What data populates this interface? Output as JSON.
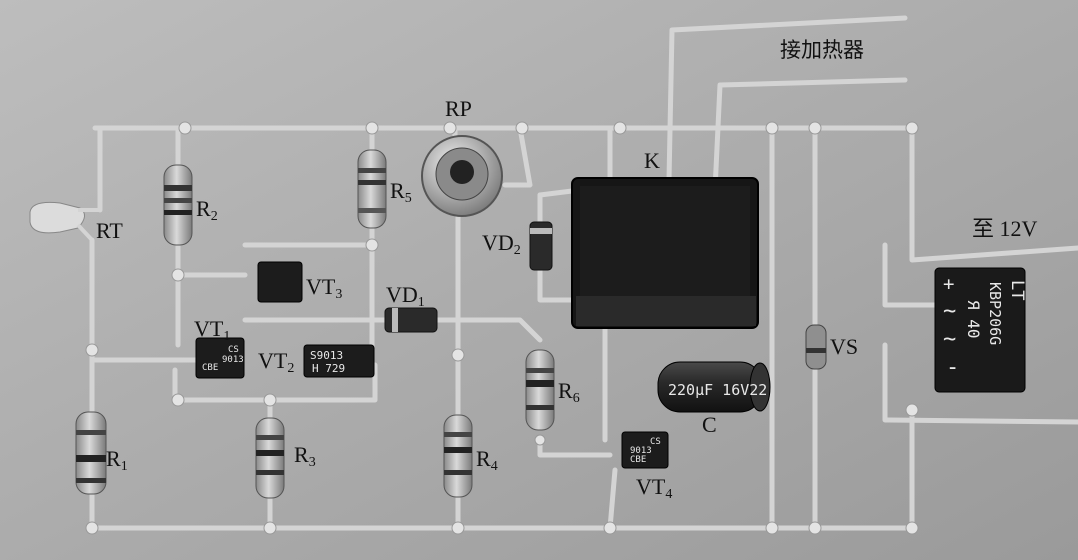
{
  "labels": {
    "RT": "RT",
    "RP": "RP",
    "K": "K",
    "heater": "接加热器",
    "supply": "至 12V",
    "R1": {
      "base": "R",
      "sub": "1"
    },
    "R2": {
      "base": "R",
      "sub": "2"
    },
    "R3": {
      "base": "R",
      "sub": "3"
    },
    "R4": {
      "base": "R",
      "sub": "4"
    },
    "R5": {
      "base": "R",
      "sub": "5"
    },
    "R6": {
      "base": "R",
      "sub": "6"
    },
    "VT1": {
      "base": "VT",
      "sub": "1"
    },
    "VT2": {
      "base": "VT",
      "sub": "2"
    },
    "VT3": {
      "base": "VT",
      "sub": "3"
    },
    "VT4": {
      "base": "VT",
      "sub": "4"
    },
    "VD1": {
      "base": "VD",
      "sub": "1"
    },
    "VD2": {
      "base": "VD",
      "sub": "2"
    },
    "C": "C",
    "VS": "VS"
  },
  "markings": {
    "vt1_line1": "CS",
    "vt1_line2": "9013",
    "vt1_line3": "CBE",
    "vt2_line1": "S9013",
    "vt2_line2": "H 729",
    "vt4_line1": "CS",
    "vt4_line2": "9013",
    "vt4_line3": "CBE",
    "capacitor": "220μF 16V22",
    "bridge_line1": "LT",
    "bridge_line2": "KBP206G",
    "bridge_line3": "Я 40",
    "bridge_plus": "+",
    "bridge_ac1": "~",
    "bridge_ac2": "~",
    "bridge_minus": "-"
  }
}
